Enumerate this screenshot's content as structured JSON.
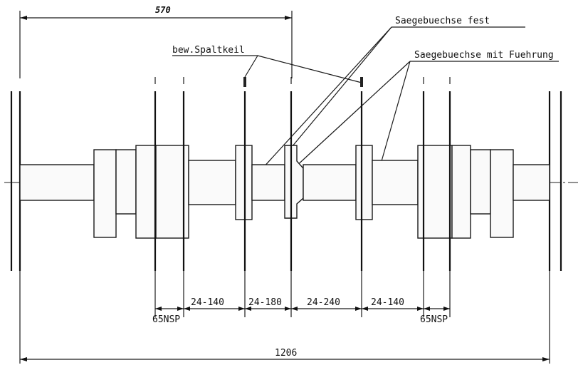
{
  "labels": {
    "total_length": "570",
    "overall_width": "1206",
    "split_wedge": "bew.Spaltkeil",
    "saw_bush_fixed": "Saegebuechse fest",
    "saw_bush_guided": "Saegebuechse mit Fuehrung",
    "gap_left": "65NSP",
    "gap_right": "65NSP",
    "range_1": "24-140",
    "range_2": "24-180",
    "range_3": "24-240",
    "range_4": "24-140"
  }
}
